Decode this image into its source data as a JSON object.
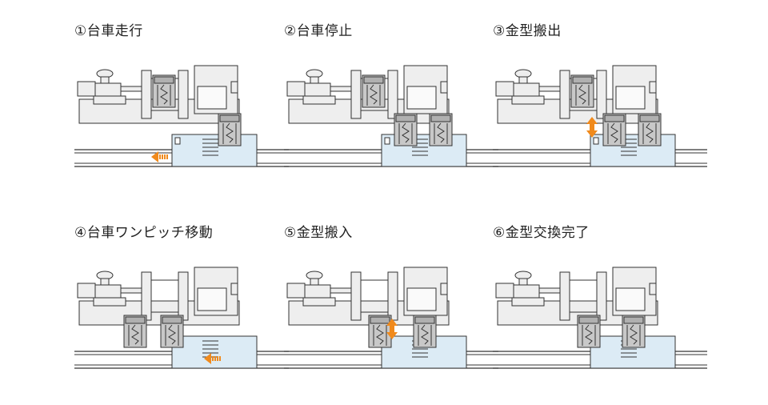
{
  "steps": [
    {
      "label": "①台車走行",
      "arrow": "left",
      "mold_on_cart": "right",
      "lift": "none"
    },
    {
      "label": "②台車停止",
      "arrow": "none",
      "mold_on_cart": "center",
      "lift": "none"
    },
    {
      "label": "③金型搬出",
      "arrow": "none",
      "mold_on_cart": "center",
      "lift": "up"
    },
    {
      "label": "④台車ワンピッチ移動",
      "arrow": "left",
      "mold_on_cart": "two",
      "lift": "none"
    },
    {
      "label": "⑤金型搬入",
      "arrow": "none",
      "mold_on_cart": "left",
      "lift": "up"
    },
    {
      "label": "⑥金型交換完了",
      "arrow": "none",
      "mold_on_cart": "left",
      "lift": "none"
    }
  ],
  "colors": {
    "machine_fill": "#eeeeee",
    "machine_stroke": "#333333",
    "mold_fill": "#c8c8c8",
    "cart_fill": "#dcebf5",
    "arrow": "#f08a1c"
  }
}
